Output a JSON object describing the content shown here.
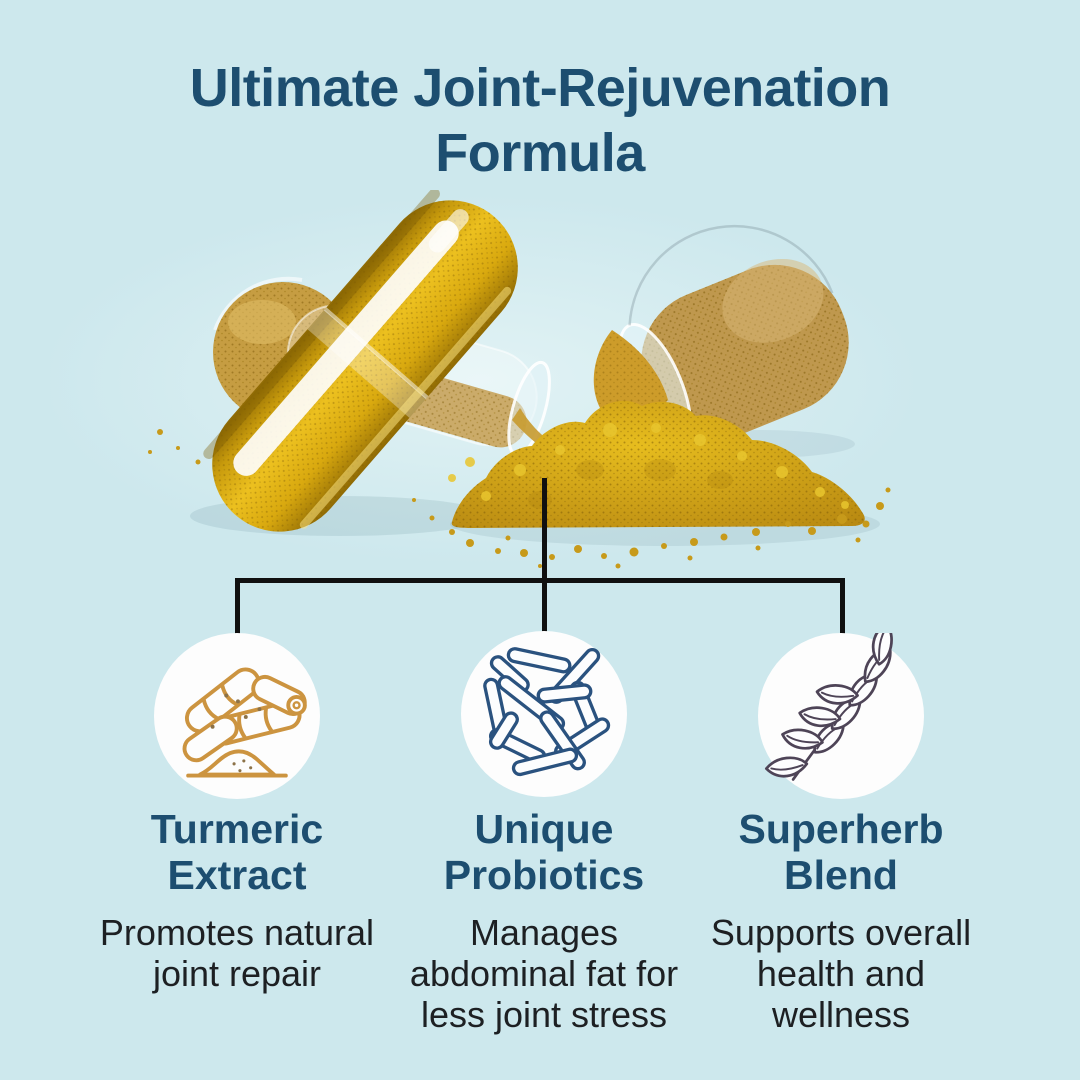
{
  "page": {
    "background_color": "#cde8ed",
    "title": "Ultimate Joint-Rejuvenation\nFormula",
    "title_color": "#1d4e70"
  },
  "hero_image": {
    "subject": "turmeric-capsules-photo",
    "capsule_color": "#d9a514",
    "powder_color": "#d2a117",
    "shell_glass_color": "#e8f6f8"
  },
  "connector": {
    "color": "#101010"
  },
  "features": [
    {
      "title": "Turmeric\nExtract",
      "description": "Promotes natural\njoint repair",
      "icon": "turmeric-roots-icon",
      "icon_color": "#cc9440"
    },
    {
      "title": "Unique\nProbiotics",
      "description": "Manages\nabdominal fat for\nless joint stress",
      "icon": "probiotic-rods-icon",
      "icon_color": "#2a527f"
    },
    {
      "title": "Superherb\nBlend",
      "description": "Supports overall\nhealth and\nwellness",
      "icon": "herb-branch-icon",
      "icon_color": "#4e4457"
    }
  ],
  "text_colors": {
    "heading": "#1d4e70",
    "body": "#1d2023"
  }
}
